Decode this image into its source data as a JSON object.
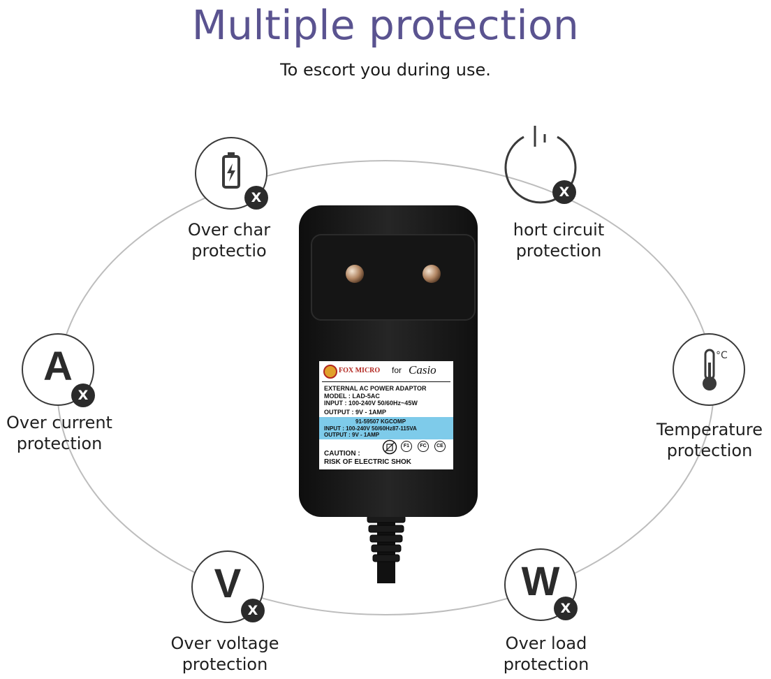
{
  "header": {
    "title": "Multiple protection",
    "subtitle": "To escort you during use."
  },
  "colors": {
    "title": "#5a5390",
    "ring_line": "#bdbdbd",
    "icon_stroke": "#3a3a3a",
    "badge_bg": "#2b2b2b",
    "adapter_body": "#1c1c1c",
    "label_blue": "#7ecbea"
  },
  "features": [
    {
      "id": "over-charge",
      "icon": "battery-icon",
      "letter": "",
      "badge": "X",
      "line1": "Over char",
      "line2": "protectio"
    },
    {
      "id": "short-circuit",
      "icon": "power-icon",
      "letter": "",
      "badge": "X",
      "line1": "hort circuit",
      "line2": "protection"
    },
    {
      "id": "over-current",
      "icon": "letter-a-icon",
      "letter": "A",
      "badge": "X",
      "line1": "Over current",
      "line2": "protection"
    },
    {
      "id": "temperature",
      "icon": "thermometer-icon",
      "letter": "",
      "badge": "",
      "line1": "Temperature",
      "line2": "protection"
    },
    {
      "id": "over-voltage",
      "icon": "letter-v-icon",
      "letter": "V",
      "badge": "X",
      "line1": "Over voltage",
      "line2": "protection"
    },
    {
      "id": "over-load",
      "icon": "letter-w-icon",
      "letter": "W",
      "badge": "X",
      "line1": "Over load",
      "line2": "protection"
    }
  ],
  "thermo_unit": "°C",
  "adapter_label": {
    "brand": "FOX MICRO",
    "for_text": "for",
    "casio": "Casio",
    "line_header": "EXTERNAL AC POWER ADAPTOR",
    "line_model": "MODEL  : LAD-5AC",
    "line_input": "INPUT    : 100-240V  50/60Hz~45W",
    "line_output": "OUTPUT  : 9V - 1AMP",
    "blue_line1": "91-59507   KGCOMP",
    "blue_line2": "INPUT     : 100-240V  50/60Hz87-115VA",
    "blue_line3": "OUTPUT  : 9V - 1AMP",
    "caution": "CAUTION :",
    "risk": "RISK OF ELECTRIC SHOK",
    "cert1": "F1",
    "cert2": "FC",
    "cert3": "CE"
  }
}
